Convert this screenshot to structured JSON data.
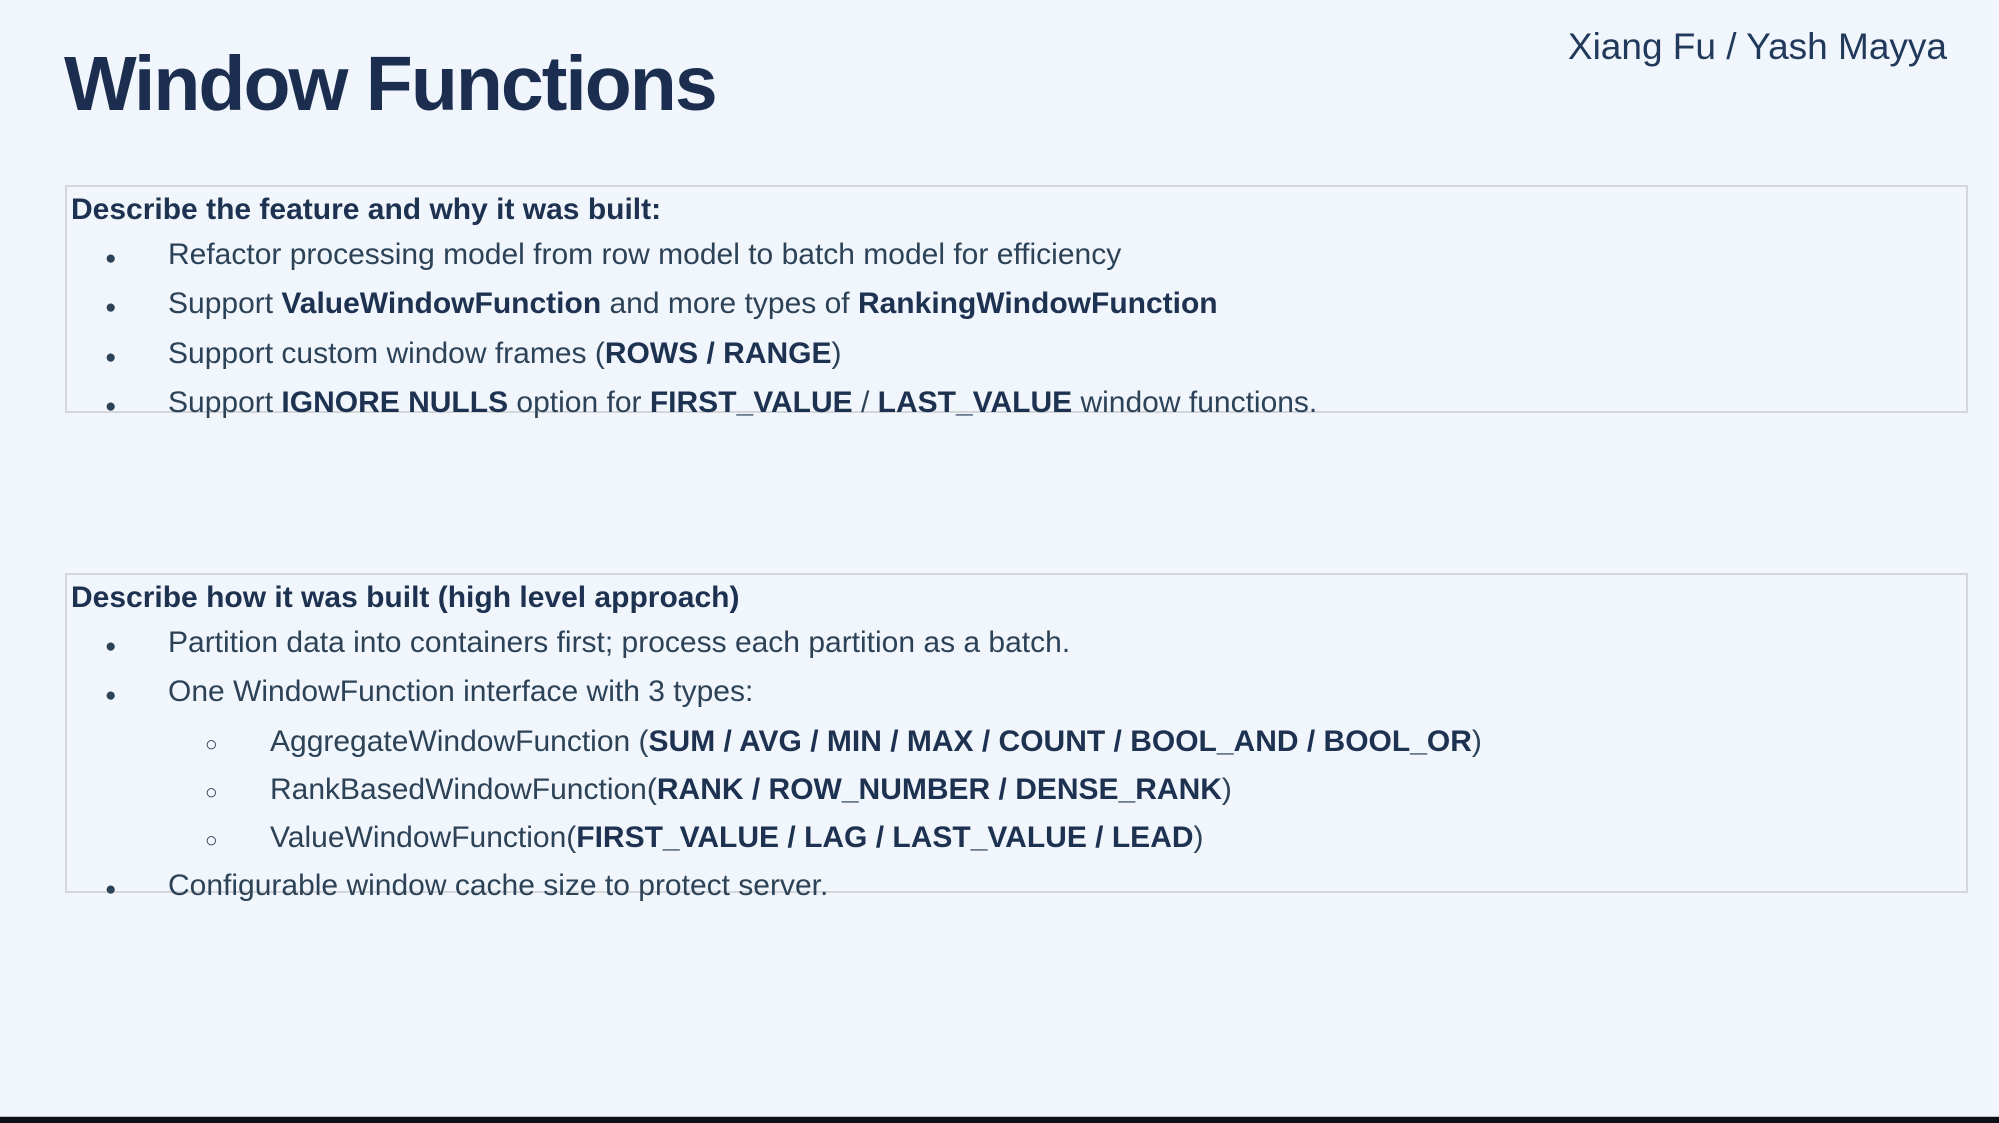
{
  "page": {
    "background_color": "#f1f5fc",
    "accent_color": "#1c2e4f",
    "footer_bar_color": "#0d1017"
  },
  "header": {
    "title": "Window Functions",
    "authors": "Xiang Fu / Yash Mayya"
  },
  "bullets": {
    "level1_glyph": "●",
    "level2_glyph": "○"
  },
  "boxes": [
    {
      "heading": "Describe the feature and why it was built:",
      "items": [
        {
          "level": 1,
          "runs": [
            {
              "t": "Refactor processing model from row model to batch model for efficiency"
            }
          ]
        },
        {
          "level": 1,
          "runs": [
            {
              "t": "Support "
            },
            {
              "t": "ValueWindowFunction",
              "b": true
            },
            {
              "t": " and more types of "
            },
            {
              "t": "RankingWindowFunction",
              "b": true
            }
          ]
        },
        {
          "level": 1,
          "runs": [
            {
              "t": "Support custom window frames ("
            },
            {
              "t": "ROWS / RANGE",
              "b": true
            },
            {
              "t": ")"
            }
          ]
        },
        {
          "level": 1,
          "runs": [
            {
              "t": "Support "
            },
            {
              "t": "IGNORE NULLS",
              "b": true
            },
            {
              "t": " option for "
            },
            {
              "t": "FIRST_VALUE",
              "b": true
            },
            {
              "t": " / "
            },
            {
              "t": "LAST_VALUE",
              "b": true
            },
            {
              "t": " window functions."
            }
          ]
        }
      ]
    },
    {
      "heading": "Describe how it was built (high level approach)",
      "items": [
        {
          "level": 1,
          "runs": [
            {
              "t": "Partition data into containers first; process each partition as a batch."
            }
          ]
        },
        {
          "level": 1,
          "runs": [
            {
              "t": "One WindowFunction interface with 3 types:"
            }
          ]
        },
        {
          "level": 2,
          "runs": [
            {
              "t": "AggregateWindowFunction ("
            },
            {
              "t": "SUM / AVG / MIN / MAX / COUNT / BOOL_AND / BOOL_OR",
              "b": true
            },
            {
              "t": ")"
            }
          ]
        },
        {
          "level": 2,
          "runs": [
            {
              "t": "RankBasedWindowFunction("
            },
            {
              "t": "RANK / ROW_NUMBER / DENSE_RANK",
              "b": true
            },
            {
              "t": ")"
            }
          ]
        },
        {
          "level": 2,
          "runs": [
            {
              "t": "ValueWindowFunction("
            },
            {
              "t": "FIRST_VALUE / LAG / LAST_VALUE / LEAD",
              "b": true
            },
            {
              "t": ")"
            }
          ]
        },
        {
          "level": 1,
          "runs": [
            {
              "t": "Configurable window cache size to protect server."
            }
          ]
        }
      ]
    }
  ]
}
